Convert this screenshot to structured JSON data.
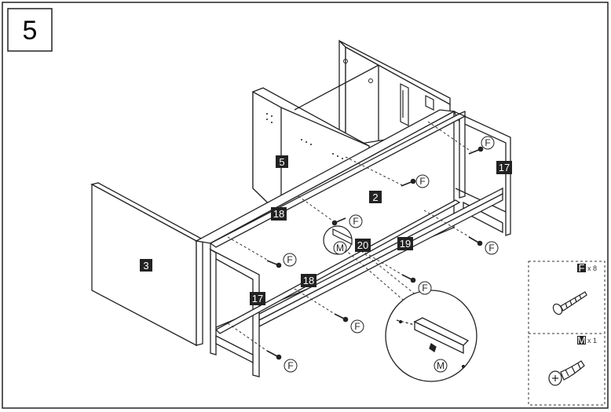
{
  "step": {
    "number": "5"
  },
  "panels": [
    {
      "id": "panel-3",
      "label": "3"
    },
    {
      "id": "panel-5",
      "label": "5"
    },
    {
      "id": "panel-2",
      "label": "2"
    }
  ],
  "frame_labels": [
    {
      "id": "frame-17-right",
      "label": "17"
    },
    {
      "id": "frame-17-left",
      "label": "17"
    },
    {
      "id": "frame-18-top",
      "label": "18"
    },
    {
      "id": "frame-18-bottom",
      "label": "18"
    },
    {
      "id": "frame-19",
      "label": "19"
    },
    {
      "id": "frame-20",
      "label": "20"
    }
  ],
  "screw_callouts": [
    {
      "id": "c1",
      "letter": "F"
    },
    {
      "id": "c2",
      "letter": "F"
    },
    {
      "id": "c3",
      "letter": "F"
    },
    {
      "id": "c4",
      "letter": "F"
    },
    {
      "id": "c5",
      "letter": "F"
    },
    {
      "id": "c6",
      "letter": "F"
    },
    {
      "id": "c7",
      "letter": "F"
    },
    {
      "id": "c8",
      "letter": "F"
    },
    {
      "id": "c9",
      "letter": "M"
    },
    {
      "id": "c10",
      "letter": "M"
    }
  ],
  "hardware": [
    {
      "letter": "F",
      "quantity": "x 8",
      "icon": "wood-screw-icon"
    },
    {
      "letter": "M",
      "quantity": "x 1",
      "icon": "wall-anchor-icon"
    }
  ]
}
